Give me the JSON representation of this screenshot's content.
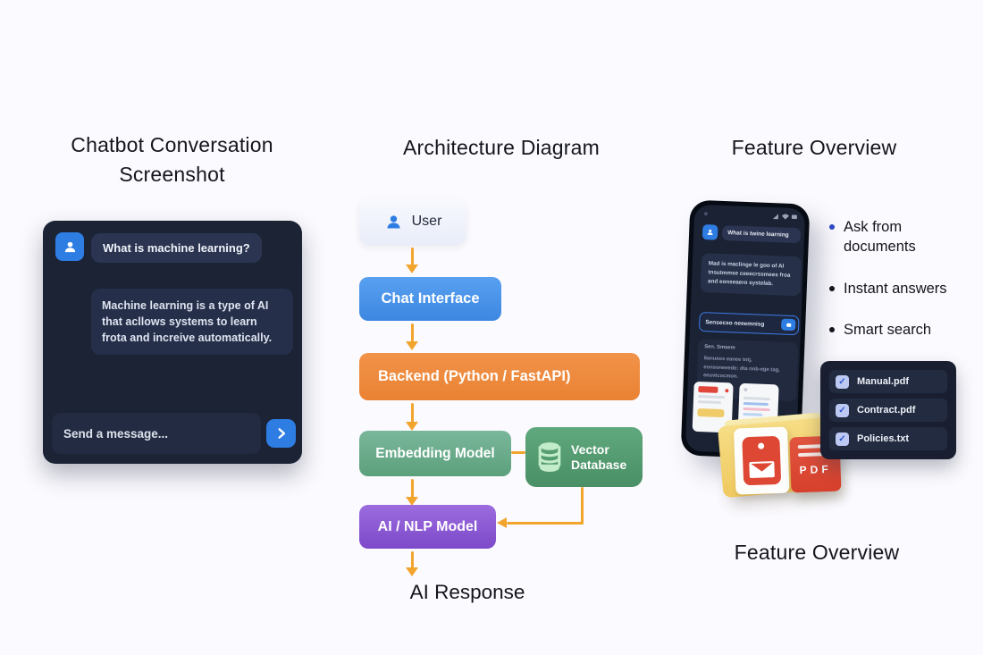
{
  "colors": {
    "background": "#fbfafe",
    "flow_arrow_orange": "#f2a52e",
    "brand_blue": "#2e7de3",
    "chat_card_bg": "#1b2335",
    "chat_bubble_bg": "#2b3450",
    "backend_orange": "#ef8a3e",
    "embedding_green": "#6aab8b",
    "vector_green": "#549c71",
    "nlp_purple": "#8c58d4",
    "user_node_bg": "#eef0fa",
    "bullet_blue": "#2f49c6",
    "bullet_black": "#15151e",
    "files_panel_bg": "#191f30",
    "pdf_red": "#dd4733",
    "folder_yellow": "#f3cf6d"
  },
  "chatbot_panel": {
    "title": "Chatbot Conversation Screenshot",
    "user_message": "What is machine learning?",
    "bot_message": "Machine learning is a type of AI that acllows systems to learn frota and increive automatically.",
    "input_placeholder": "Send a message..."
  },
  "architecture_panel": {
    "title": "Architecture Diagram",
    "nodes": {
      "user": {
        "label": "User"
      },
      "chat_interface": {
        "label": "Chat Interface"
      },
      "backend": {
        "label": "Backend (Python / FastAPI)"
      },
      "embedding": {
        "label": "Embedding Model"
      },
      "vector_db": {
        "label": "Vector Database"
      },
      "ai_nlp": {
        "label": "AI / NLP Model"
      }
    },
    "output_label": "AI Response"
  },
  "feature_panel": {
    "title": "Feature Overview",
    "bullets": [
      {
        "text": "Ask from documents",
        "bullet_color": "#2f49c6"
      },
      {
        "text": "Instant answers",
        "bullet_color": "#15151e"
      },
      {
        "text": "Smart search",
        "bullet_color": "#15151e"
      }
    ],
    "phone": {
      "user_message": "What is twine learning",
      "bot_line_1": "Mad is maclinge le goo of AI",
      "bot_line_2": "tnsutmmse ceeecrssmees froa",
      "bot_line_3": "and eonseaero systelab.",
      "input_placeholder": "Sensecso neeemnisg",
      "section_label": "Sen. Smaem",
      "section_line_1": "6anueos eanee tntj,",
      "section_line_2": "eonsoneeede: dta nnb-ege tag,",
      "section_line_3": "eeuvtcocmon."
    },
    "files": [
      {
        "name": "Manual.pdf",
        "checked": true
      },
      {
        "name": "Contract.pdf",
        "checked": true
      },
      {
        "name": "Policies.txt",
        "checked": true
      }
    ],
    "pdf_badge": "PDF",
    "bottom_title": "Feature Overview"
  }
}
